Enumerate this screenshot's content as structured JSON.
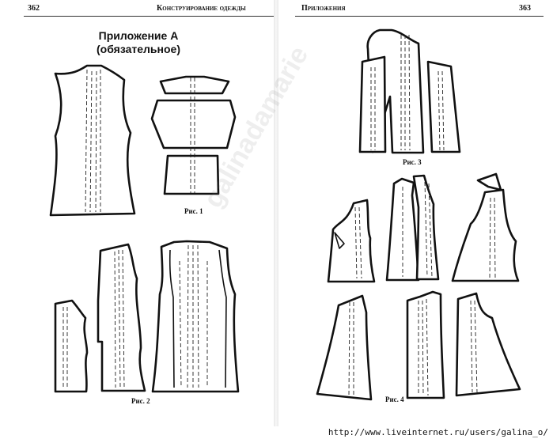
{
  "left_page": {
    "page_number": "362",
    "running_title": "Конструирование одежды",
    "title_line1": "Приложение А",
    "title_line2": "(обязательное)",
    "caption_fig1": "Рис. 1",
    "caption_fig2": "Рис. 2"
  },
  "right_page": {
    "page_number": "363",
    "running_title": "Приложения",
    "caption_fig3": "Рис. 3",
    "caption_fig4": "Рис. 4"
  },
  "watermark": "galinadamarie",
  "footer": {
    "url": "http://www.liveinternet.ru/users/galina_o/"
  }
}
